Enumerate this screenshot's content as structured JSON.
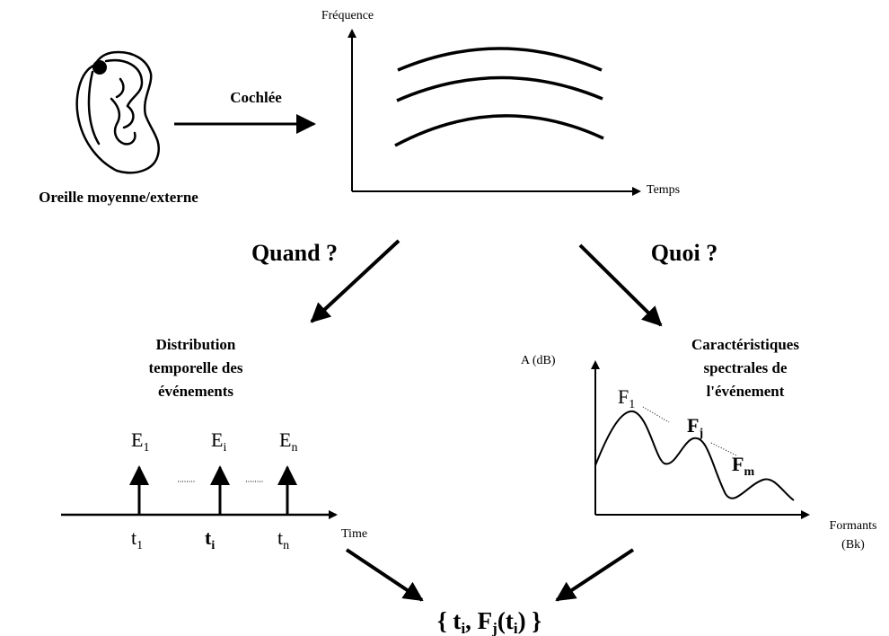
{
  "ear": {
    "caption": "Oreille moyenne/externe"
  },
  "cochlea": {
    "label": "Cochlée"
  },
  "spectrogram": {
    "y_axis_label": "Fréquence",
    "x_axis_label": "Temps"
  },
  "branches": {
    "when": "Quand ?",
    "what": "Quoi ?"
  },
  "temporal": {
    "title_lines": [
      "Distribution",
      "temporelle des",
      "événements"
    ],
    "events": [
      {
        "name": "E",
        "sub": "1",
        "time": "t",
        "time_sub": "1",
        "time_bold": false
      },
      {
        "name": "E",
        "sub": "i",
        "time": "t",
        "time_sub": "i",
        "time_bold": true
      },
      {
        "name": "E",
        "sub": "n",
        "time": "t",
        "time_sub": "n",
        "time_bold": false
      }
    ],
    "x_axis_label": "Time"
  },
  "spectral": {
    "title_lines": [
      "Caractéristiques",
      "spectrales de",
      "l'événement"
    ],
    "y_axis_label": "A (dB)",
    "x_axis_label_lines": [
      "Formants",
      "(Bk)"
    ],
    "peaks": [
      {
        "name": "F",
        "sub": "1",
        "bold": false
      },
      {
        "name": "F",
        "sub": "j",
        "bold": true
      },
      {
        "name": "F",
        "sub": "m",
        "bold": true
      }
    ]
  },
  "result": {
    "open": "{ t",
    "sub_i1": "i",
    "sep": ", F",
    "sub_j": "j",
    "paren_open": "(t",
    "sub_i2": "i",
    "close": ") }"
  },
  "colors": {
    "ink": "#000000",
    "background": "#ffffff"
  }
}
